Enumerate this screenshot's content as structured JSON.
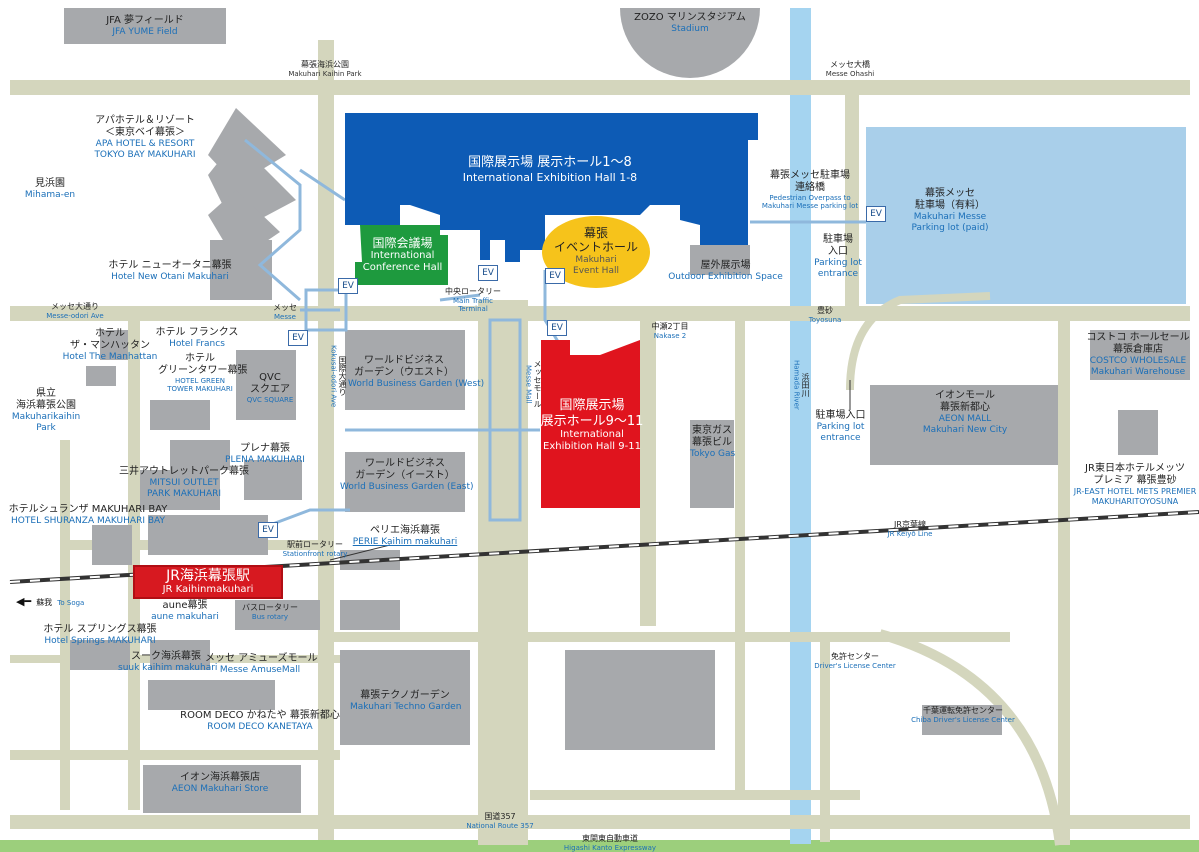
{
  "colors": {
    "road": "#d4d6bd",
    "building": "#a7a9ac",
    "hall_blue": "#0d5bb5",
    "hall_red": "#e0141e",
    "conference_green": "#1e9a3e",
    "event_yellow": "#f6c31b",
    "parking_lightblue": "#a9cfea",
    "river": "#a5d4f0",
    "jp_text": "#222222",
    "en_text": "#1b6fb8"
  },
  "labels": {
    "jfa": {
      "jp": "JFA 夢フィールド",
      "en": "JFA YUME Field"
    },
    "zozo": {
      "jp": "ZOZO マリンスタジアム",
      "en": "Stadium"
    },
    "kaihin_park": {
      "jp": "幕張海浜公園",
      "en": "Makuhari Kaihin Park"
    },
    "messe_ohashi": {
      "jp": "メッセ大橋",
      "en": "Messe Ohashi"
    },
    "apa_hotel": {
      "jp1": "アパホテル＆リゾート",
      "jp2": "＜東京ベイ幕張＞",
      "en1": "APA HOTEL & RESORT",
      "en2": "TOKYO BAY MAKUHARI"
    },
    "mihama": {
      "jp": "見浜園",
      "en": "Mihama-en"
    },
    "new_otani": {
      "jp": "ホテル ニューオータニ幕張",
      "en": "Hotel New Otani Makuhari"
    },
    "hall_1_8": {
      "jp": "国際展示場 展示ホール1～8",
      "en": "International Exhibition Hall 1-8"
    },
    "conference": {
      "jp": "国際会議場",
      "en1": "International",
      "en2": "Conference Hall"
    },
    "event_hall": {
      "jp1": "幕張",
      "jp2": "イベントホール",
      "en1": "Makuhari",
      "en2": "Event Hall"
    },
    "outdoor": {
      "jp": "屋外展示場",
      "en": "Outdoor Exhibition Space"
    },
    "pedestrian": {
      "jp1": "幕張メッセ駐車場",
      "jp2": "連絡橋",
      "en1": "Pedestrian Overpass to",
      "en2": "Makuhari Messe parking lot"
    },
    "parking_paid": {
      "jp1": "幕張メッセ",
      "jp2": "駐車場（有料）",
      "en1": "Makuhari Messe",
      "en2": "Parking lot (paid)"
    },
    "parking_entrance_1": {
      "jp1": "駐車場",
      "jp2": "入口",
      "en1": "Parking lot",
      "en2": "entrance"
    },
    "parking_entrance_2": {
      "jp": "駐車場入口",
      "en1": "Parking lot",
      "en2": "entrance"
    },
    "messe_odori": {
      "jp": "メッセ大通り",
      "en": "Messe-odori Ave"
    },
    "messe_small": {
      "jp": "メッセ",
      "en": "Messe"
    },
    "kokusai": {
      "jp": "国際大通り",
      "en": "Kokusai-odori Ave"
    },
    "main_terminal": {
      "jp": "中央ロータリー",
      "en1": "Main Traffic",
      "en2": "Terminal"
    },
    "messe_mall": {
      "jp": "メッセモール",
      "en": "Messe Mall"
    },
    "nakase": {
      "jp": "中瀬2丁目",
      "en": "Nakase 2"
    },
    "toyosuna": {
      "jp": "豊砂",
      "en": "Toyosuna"
    },
    "hall_9_11": {
      "jp1": "国際展示場",
      "jp2": "展示ホール9～11",
      "en1": "International",
      "en2": "Exhibition Hall 9-11"
    },
    "wbg_west": {
      "jp1": "ワールドビジネス",
      "jp2": "ガーデン（ウエスト）",
      "en": "World Business Garden (West)"
    },
    "wbg_east": {
      "jp1": "ワールドビジネス",
      "jp2": "ガーデン（イースト）",
      "en": "World Business Garden (East)"
    },
    "tokyo_gas": {
      "jp1": "東京ガス",
      "jp2": "幕張ビル",
      "en": "Tokyo Gas"
    },
    "hamada_river": {
      "jp": "浜田川",
      "en": "Hamada River"
    },
    "aeon_mall": {
      "jp1": "イオンモール",
      "jp2": "幕張新都心",
      "en1": "AEON MALL",
      "en2": "Makuhari New City"
    },
    "costco": {
      "jp1": "コストコ ホールセール",
      "jp2": "幕張倉庫店",
      "en1": "COSTCO WHOLESALE",
      "en2": "Makuhari Warehouse"
    },
    "jr_east_hotel": {
      "jp1": "JR東日本ホテルメッツ",
      "jp2": "プレミア 幕張豊砂",
      "en1": "JR-EAST HOTEL METS PREMIER",
      "en2": "MAKUHARITOYOSUNA"
    },
    "keiyo_line": {
      "jp": "JR京葉線",
      "en": "JR Keiyō Line"
    },
    "hotel_manhattan": {
      "jp1": "ホテル",
      "jp2": "ザ・マンハッタン",
      "en": "Hotel The Manhattan"
    },
    "hotel_francs": {
      "jp": "ホテル フランクス",
      "en": "Hotel Francs"
    },
    "hotel_green": {
      "jp1": "ホテル",
      "jp2": "グリーンタワー幕張",
      "en1": "HOTEL GREEN",
      "en2": "TOWER MAKUHARI"
    },
    "qvc": {
      "jp1": "QVC",
      "jp2": "スクエア",
      "en": "QVC SQUARE"
    },
    "prefectural_park": {
      "jp1": "県立",
      "jp2": "海浜幕張公園",
      "en1": "Makuharikaihin",
      "en2": "Park"
    },
    "plena": {
      "jp": "プレナ幕張",
      "en": "PLENA MAKUHARI"
    },
    "mitsui_outlet": {
      "jp": "三井アウトレットパーク幕張",
      "en1": "MITSUI OUTLET",
      "en2": "PARK MAKUHARI"
    },
    "shuranza": {
      "jp": "ホテルシュランザ MAKUHARI BAY",
      "en": "HOTEL SHURANZA MAKUHARI BAY"
    },
    "perie": {
      "jp": "ペリエ海浜幕張",
      "en": "PERIE Kaihim makuhari"
    },
    "station_rotary": {
      "jp": "駅前ロータリー",
      "en": "Stationfront rotary"
    },
    "station": {
      "jp": "JR海浜幕張駅",
      "en": "JR Kaihinmakuhari"
    },
    "soga": {
      "jp": "蘇我",
      "en": "To Soga",
      "arrow": "◀━"
    },
    "aune": {
      "jp": "aune幕張",
      "en": "aune makuhari"
    },
    "bus_rotary": {
      "jp": "バスロータリー",
      "en": "Bus rotary"
    },
    "springs": {
      "jp": "ホテル スプリングス幕張",
      "en": "Hotel Springs MAKUHARI"
    },
    "suuk": {
      "jp": "スーク海浜幕張",
      "en": "suuk kaihim makuhari"
    },
    "amuse": {
      "jp": "メッセ アミューズモール",
      "en": "Messe AmuseMall"
    },
    "room_deco": {
      "jp": "ROOM DECO かねたや 幕張新都心",
      "en": "ROOM DECO KANETAYA"
    },
    "techno": {
      "jp": "幕張テクノガーデン",
      "en": "Makuhari Techno Garden"
    },
    "aeon_store": {
      "jp": "イオン海浜幕張店",
      "en": "AEON Makuhari Store"
    },
    "license": {
      "jp": "免許センター",
      "en": "Driver's License Center"
    },
    "chiba_license": {
      "jp": "千葉運転免許センター",
      "en": "Chiba Driver's License Center"
    },
    "route357": {
      "jp": "国道357",
      "en": "National Route 357"
    },
    "expressway": {
      "jp": "東関東自動車道",
      "en": "Higashi Kanto Expressway"
    }
  },
  "ev": "EV"
}
